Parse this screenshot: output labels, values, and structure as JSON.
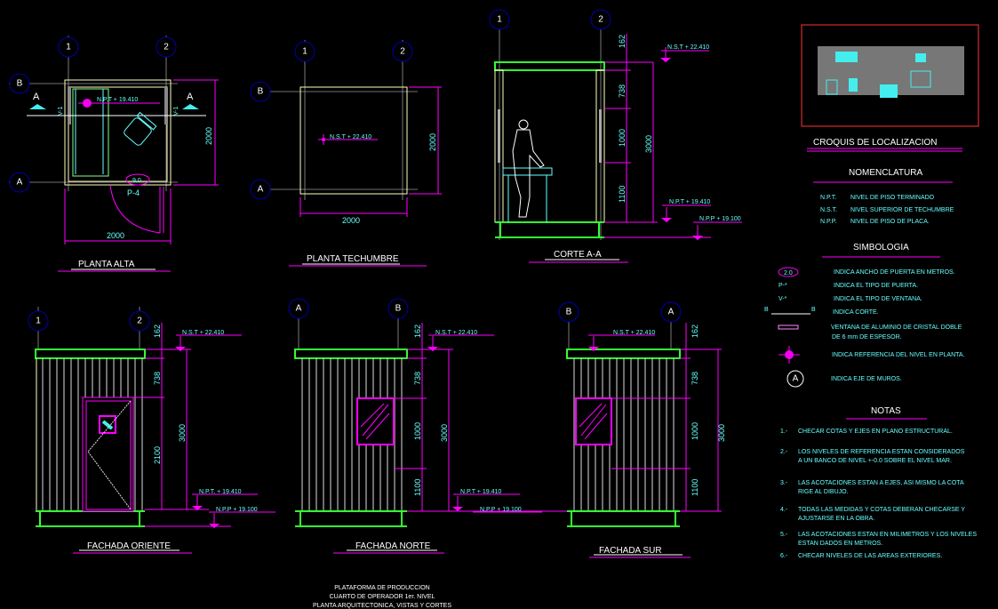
{
  "colors": {
    "background": "#000000",
    "text": "#66ffff",
    "dimension": "#ff00ff",
    "slab": "#33ff33",
    "wall": "#ffffbb",
    "frame": "#ff3333",
    "bubble": "#0000aa"
  },
  "axes": {
    "one": "1",
    "two": "2",
    "a": "A",
    "b": "B"
  },
  "planta_alta": {
    "title": "PLANTA  ALTA",
    "level": "N.P.T + 19.410",
    "width": "2000",
    "depth": "2000",
    "door_width": "9.0",
    "door_type": "P-4",
    "section_mark": "A",
    "window_type": "V-1"
  },
  "planta_techumbre": {
    "title": "PLANTA TECHUMBRE",
    "level": "N.S.T + 22.410",
    "width": "2000",
    "depth": "2000"
  },
  "corte": {
    "title": "CORTE A-A",
    "dims": [
      "162",
      "738",
      "1000",
      "1100"
    ],
    "total": "3000",
    "levels": [
      "N.S.T + 22.410",
      "N.P.T + 19.410",
      "N.P.P + 19.100"
    ]
  },
  "fachada_oriente": {
    "title": "FACHADA ORIENTE",
    "dims": [
      "162",
      "738",
      "2100"
    ],
    "total": "3000",
    "levels": [
      "N.S.T + 22.410",
      "N.P.T. + 19.410",
      "N.P.P + 19.100"
    ]
  },
  "fachada_norte": {
    "title": "FACHADA NORTE",
    "dims": [
      "162",
      "738",
      "1000",
      "1100"
    ],
    "total": "3000",
    "levels": [
      "N.S.T + 22.410",
      "N.P.T + 19.410",
      "N.P.P + 19.100"
    ]
  },
  "fachada_sur": {
    "title": "FACHADA SUR",
    "dims": [
      "162",
      "738",
      "1000",
      "1100"
    ],
    "total": "3000",
    "levels": [
      "N.S.T + 22.410"
    ]
  },
  "croquis": {
    "title": "CROQUIS   DE   LOCALIZACION"
  },
  "nomenclatura": {
    "title": "NOMENCLATURA",
    "items": [
      {
        "abbr": "N.P.T.",
        "desc": "NIVEL DE PISO TERMINADO"
      },
      {
        "abbr": "N.S.T.",
        "desc": "NIVEL SUPERIOR DE TECHUMBRE"
      },
      {
        "abbr": "N.P.P.",
        "desc": "NIVEL DE PISO DE PLACA."
      }
    ]
  },
  "simbologia": {
    "title": "SIMBOLOGIA",
    "door_symbol": "2.0",
    "door_type_symbol": "P-*",
    "window_type_symbol": "V-*",
    "section_symbol": "B",
    "axis_symbol": "A",
    "items": [
      "INDICA ANCHO DE PUERTA EN METROS.",
      "INDICA EL TIPO DE PUERTA.",
      "INDICA EL TIPO DE VENTANA.",
      "INDICA CORTE.",
      "VENTANA DE ALUMINIO DE CRISTAL DOBLE",
      "DE 6 mm DE ESPESOR.",
      "INDICA REFERENCIA DEL NIVEL EN PLANTA.",
      "INDICA EJE DE MUROS."
    ]
  },
  "notas": {
    "title": "NOTAS",
    "items": [
      {
        "n": "1.-",
        "l1": "CHECAR COTAS Y EJES EN PLANO ESTRUCTURAL.",
        "l2": ""
      },
      {
        "n": "2.-",
        "l1": "LOS NIVELES DE REFERENCIA ESTAN CONSIDERADOS",
        "l2": "A UN BANCO DE NIVEL +-0.0 SOBRE EL NIVEL MAR."
      },
      {
        "n": "3.-",
        "l1": "LAS ACOTACIONES ESTAN A EJES, ASI MISMO LA COTA",
        "l2": "RIGE AL DIBUJO."
      },
      {
        "n": "4.-",
        "l1": "TODAS LAS MEDIDAS Y COTAS DEBERAN CHECARSE Y",
        "l2": "AJUSTARSE EN LA OBRA."
      },
      {
        "n": "5.-",
        "l1": "LAS ACOTACIONES ESTAN EN MILIMETROS Y LOS NIVELES",
        "l2": "ESTAN DADOS EN METROS."
      },
      {
        "n": "6.-",
        "l1": "CHECAR NIVELES DE LAS AREAS EXTERIORES.",
        "l2": ""
      }
    ]
  },
  "sheet_title": [
    "PLATAFORMA DE PRODUCCION",
    "CUARTO DE OPERADOR 1er. NIVEL",
    "PLANTA ARQUITECTONICA, VISTAS Y CORTES"
  ]
}
